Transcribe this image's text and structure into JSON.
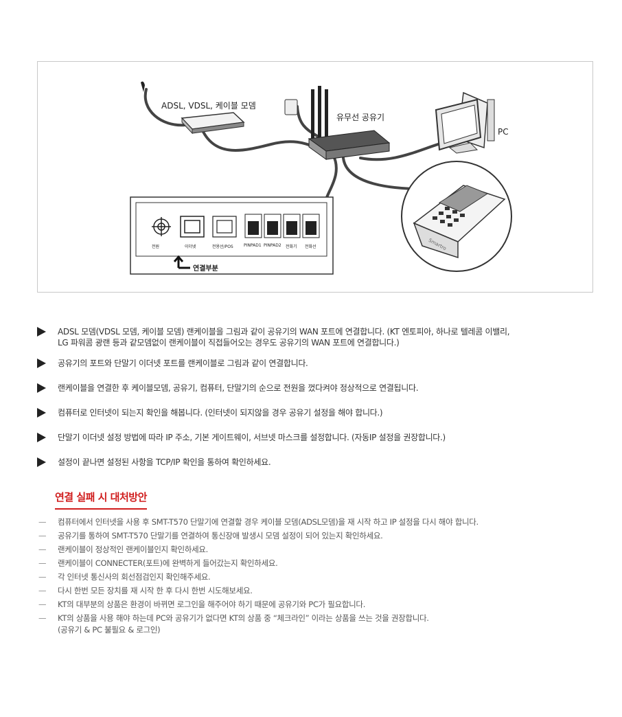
{
  "diagram": {
    "modem_label": "ADSL, VDSL, 케이블 모뎀",
    "router_label": "유무선 공유기",
    "pc_label": "PC",
    "port_labels": [
      "전원",
      "이더넷",
      "전용선/POS",
      "PINPAD1",
      "PINPAD2",
      "전화기",
      "전화선"
    ],
    "connection_label": "연결부분",
    "terminal_brand": "Smartro"
  },
  "steps": [
    {
      "text": "ADSL 모뎀(VDSL 모뎀, 케이블 모뎀) 랜케이블을 그림과 같이 공유기의 WAN 포트에 연결합니다. (KT 엔토피아, 하나로 텔레콤 이밸리,",
      "text2": "LG 파워콤 광랜 등과 같모뎀없이 랜케이블이 직접들어오는 경우도 공유기의 WAN 포트에 연결합니다.)"
    },
    {
      "text": "공유기의 포트와 단말기 이더넷 포트를 랜케이블로 그림과 같이 연결합니다."
    },
    {
      "text": "랜케이블을 연결한 후 케이블모뎀, 공유기, 컴퓨터, 단말기의 순으로 전원을 껐다켜야 정상적으로 연결됩니다."
    },
    {
      "text": "컴퓨터로 인터넷이 되는지 확인을 해봅니다. (인터넷이 되지않을 경우 공유기 설정을 해야 합니다.)"
    },
    {
      "text": "단말기 이더넷 설정 방법에 따라 IP 주소, 기본 게이트웨이, 서브넷 마스크를 설정합니다. (자동IP 설정을 권장합니다.)"
    },
    {
      "text": "설정이 끝나면 설정된 사항을 TCP/IP 확인을 통하여 확인하세요."
    }
  ],
  "section_title": "연결 실패 시 대처방안",
  "tips": [
    {
      "text": "컴퓨터에서 인터넷을 사용 후 SMT-T570 단말기에 연결할 경우 케이블 모뎀(ADSL모뎀)을 재 시작 하고 IP 설정을 다시 해야 합니다."
    },
    {
      "text": "공유기를 통하여 SMT-T570 단말기를 연결하여 통신장애 발생시 모뎀 설정이 되어 있는지 확인하세요."
    },
    {
      "text": "랜케이블이 정상적인 랜케이블인지 확인하세요."
    },
    {
      "text": "랜케이블이 CONNECTER(포트)에 완벽하게 들어갔는지 확인하세요."
    },
    {
      "text": "각 인터넷 통신사의 회선점검인지 확인해주세요."
    },
    {
      "text": "다시 한번 모든 장치를 재 시작 한 후 다시 한번 시도해보세요."
    },
    {
      "text": "KT의 대부분의 상품은 환경이 바뀌면 로그인을 해주어야 하기 때문에 공유기와 PC가 필요합니다."
    },
    {
      "text": "KT의 상품을 사용 해야 하는데 PC와 공유기가 없다면 KT의 상품 중 “체크라인” 이라는 상품을 쓰는 것을 권장합니다.",
      "text2": "(공유기 & PC 불필요 & 로그인)"
    }
  ],
  "colors": {
    "accent": "#d01c1c",
    "bullet": "#222222",
    "border": "#c8c8c8"
  }
}
